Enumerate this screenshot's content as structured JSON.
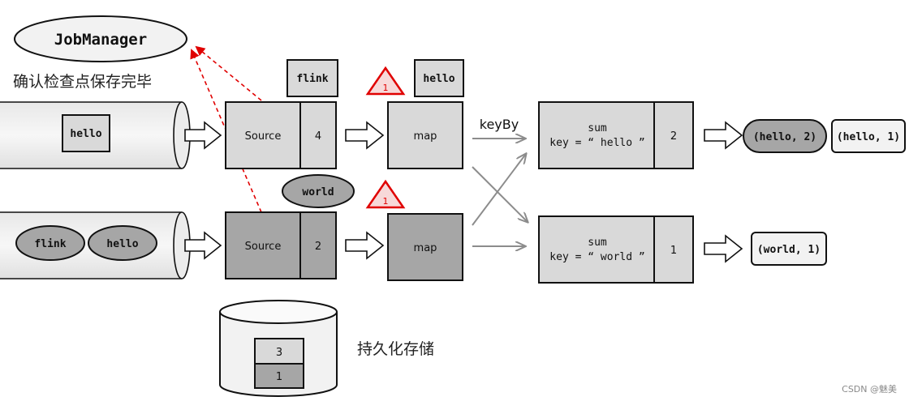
{
  "job_manager": "JobManager",
  "confirm_note": "确认检查点保存完毕",
  "storage_note": "持久化存储",
  "watermark": "CSDN @魅美",
  "key_by": "keyBy",
  "top_row": {
    "queued_tag": "flink",
    "barrier_tag": "hello",
    "barrier_marker": "1",
    "stream_item": "hello",
    "source_label": "Source",
    "source_offset": "4",
    "map_label": "map",
    "sum_label": "sum",
    "sum_key": "key = “ hello ”",
    "sum_value": "2",
    "output_current": "(hello, 2)",
    "output_prev": "(hello, 1)"
  },
  "bottom_row": {
    "queued_item": "world",
    "barrier_marker": "1",
    "stream_items": [
      "flink",
      "hello"
    ],
    "source_label": "Source",
    "source_offset": "2",
    "map_label": "map",
    "sum_label": "sum",
    "sum_key": "key = “ world ”",
    "sum_value": "1",
    "output": "(world, 1)"
  },
  "storage": [
    "3",
    "1"
  ],
  "colors": {
    "light_box": "#d9d9d9",
    "dark_box": "#a6a6a6",
    "barrier_red": "#e00000",
    "arrow_gray": "#8c8c8c"
  }
}
